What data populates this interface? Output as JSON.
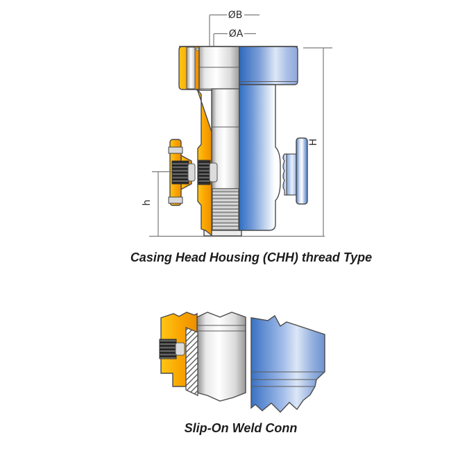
{
  "figure_top": {
    "caption": "Casing Head Housing (CHH) thread Type",
    "dimension_labels": {
      "outer_diameter_b": "ØB",
      "inner_diameter_a": "ØA",
      "overall_height": "H",
      "outlet_height": "h"
    }
  },
  "figure_bottom": {
    "caption": "Slip-On Weld Conn"
  },
  "colors": {
    "orange_body": "#F9A400",
    "orange_light": "#FFC616",
    "blue_dark": "#2E6BBF",
    "blue_light": "#C9DAF2",
    "steel_gray": "#9A9A9A",
    "outline": "#4A4A4A"
  }
}
